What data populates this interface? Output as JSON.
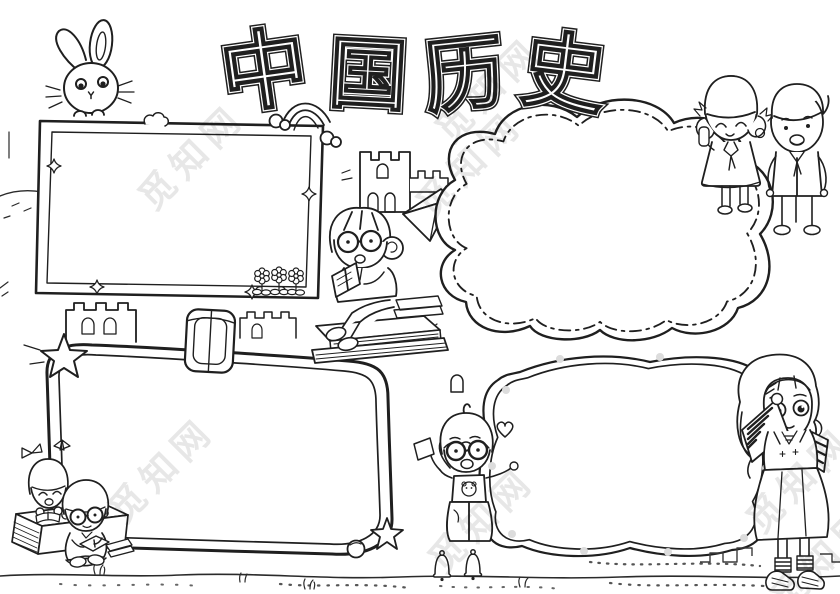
{
  "page": {
    "background_color": "#ffffff",
    "ink_color": "#1f1f1f",
    "watermark_color": "#e7e7e7",
    "style": "hand-drawn black-and-white newspaper (shouchaobao) template"
  },
  "title": {
    "text": "中国历史",
    "characters": [
      "中",
      "国",
      "历",
      "史"
    ],
    "style": "hollow bubble outline characters, slightly tilted"
  },
  "watermark": {
    "text": "觅知网"
  },
  "frames": {
    "top_left": {
      "shape": "rectangle",
      "border": "double line",
      "decorations": [
        "rainbow-corner",
        "daisy-flowers",
        "sparkles"
      ],
      "content": ""
    },
    "top_right": {
      "shape": "cloud",
      "border": "solid outer line + dashed inner line",
      "content": ""
    },
    "bottom_left": {
      "shape": "rounded rectangle",
      "border": "double line",
      "decorations": [
        "star-top-left",
        "star-bottom-right",
        "clip-top-center",
        "ball"
      ],
      "content": ""
    },
    "bottom_right": {
      "shape": "wavy blob tube",
      "border": "double line with dots",
      "decorations": [
        "heart"
      ],
      "content": ""
    }
  },
  "illustrations": [
    {
      "name": "rabbit",
      "desc": "bunny peeking over top-left frame"
    },
    {
      "name": "pioneer-girl",
      "desc": "girl with pigtails and scarf, top right"
    },
    {
      "name": "pioneer-boy",
      "desc": "talking boy with scarf, top right"
    },
    {
      "name": "reading-girl-on-books",
      "desc": "girl with glasses reading on a book stack"
    },
    {
      "name": "waving-girl",
      "desc": "girl with glasses and overalls waving"
    },
    {
      "name": "long-haired-girl",
      "desc": "girl with striped sleeves and pinafore, right side"
    },
    {
      "name": "peeking-girl",
      "desc": "small girl behind big book, bottom left"
    },
    {
      "name": "reading-boy",
      "desc": "small boy with glasses reading, bottom left"
    },
    {
      "name": "great-wall-tower",
      "desc": "watchtower with crenellations"
    },
    {
      "name": "castle-wall",
      "desc": "crenellated wall segments"
    },
    {
      "name": "paper-plane",
      "desc": "paper plane doodle"
    },
    {
      "name": "bells",
      "desc": "two small bells"
    },
    {
      "name": "rainbow",
      "desc": "rainbow with clouds on frame corner"
    },
    {
      "name": "flowers",
      "desc": "three daisies in frame corner"
    },
    {
      "name": "ground",
      "desc": "ground line with speckles and grass"
    }
  ]
}
